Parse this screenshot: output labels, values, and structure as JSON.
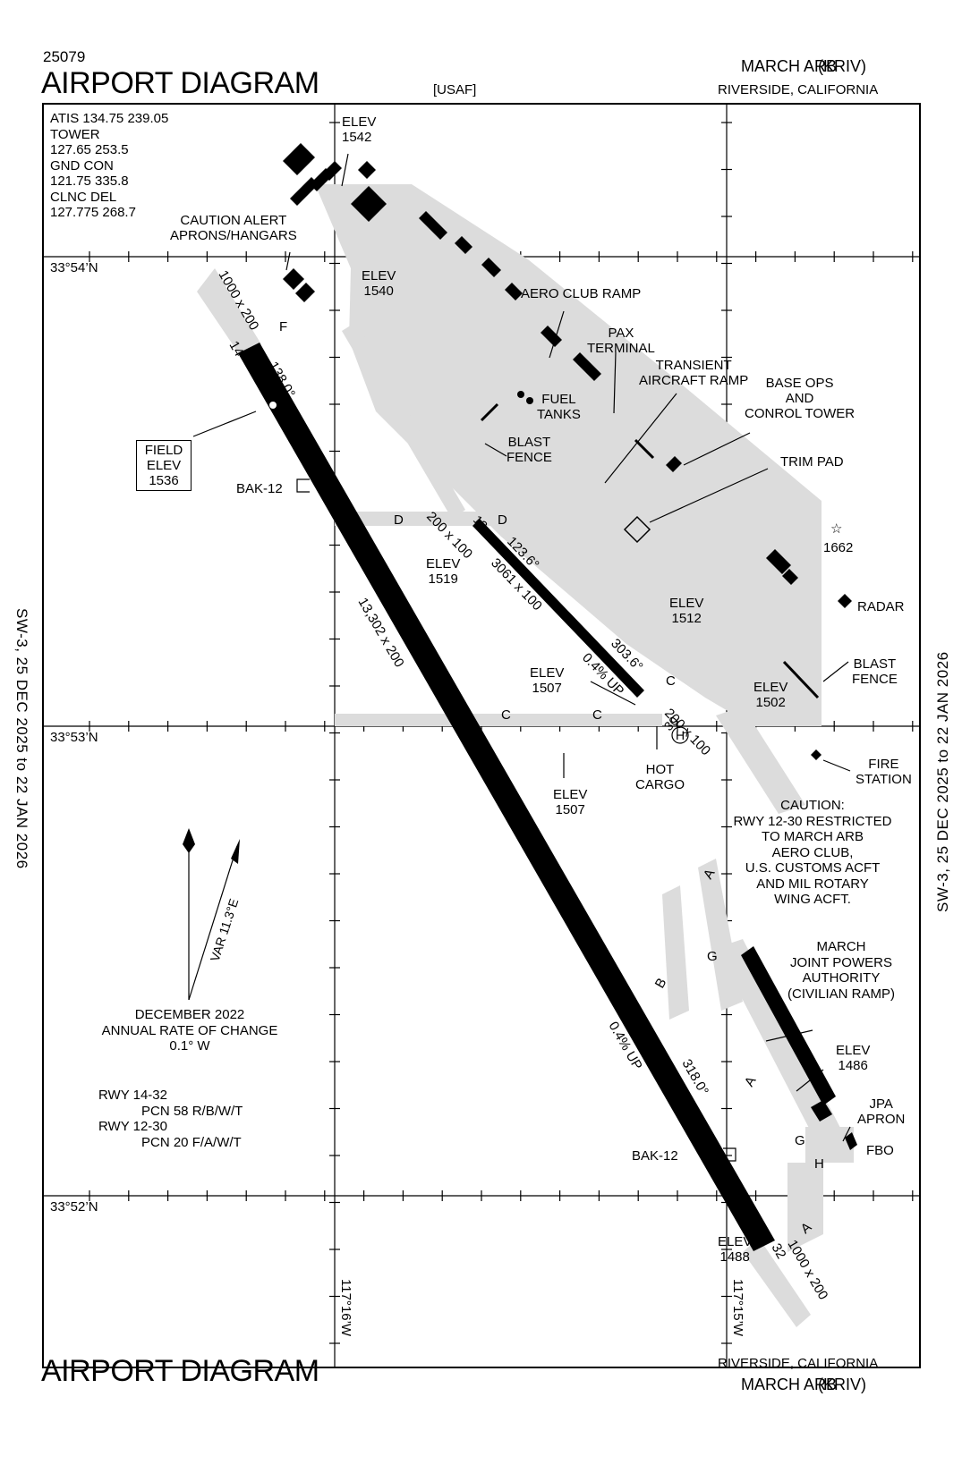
{
  "header": {
    "chart_number": "25079",
    "title": "AIRPORT DIAGRAM",
    "operator": "[USAF]",
    "airport": "MARCH ARB",
    "ident": "(KRIV)",
    "city": "RIVERSIDE, CALIFORNIA"
  },
  "footer": {
    "title": "AIRPORT DIAGRAM",
    "city": "RIVERSIDE, CALIFORNIA",
    "airport": "MARCH ARB",
    "ident": "(KRIV)"
  },
  "side_labels": {
    "left": "SW-3,  25 DEC 2025  to  22 JAN 2026",
    "right": "SW-3,  25 DEC 2025  to  22 JAN 2026"
  },
  "frequencies": [
    "ATIS  134.75  239.05",
    "TOWER",
    "127.65  253.5",
    "GND CON",
    "121.75  335.8",
    "CLNC DEL",
    "127.775  268.7"
  ],
  "coordinates": {
    "lat1": "33°54’N",
    "lat2": "33°53’N",
    "lat3": "33°52’N",
    "lon1": "117°16’W",
    "lon2": "117°15’W"
  },
  "labels": {
    "elev1542": [
      "ELEV",
      "1542"
    ],
    "caution_alert": [
      "CAUTION ALERT",
      "APRONS/HANGARS"
    ],
    "elev1540": [
      "ELEV",
      "1540"
    ],
    "aero_club_ramp": "AERO CLUB RAMP",
    "pax_terminal": [
      "PAX",
      "TERMINAL"
    ],
    "transient_ramp": [
      "TRANSIENT",
      "AIRCRAFT RAMP"
    ],
    "base_ops": [
      "BASE OPS",
      "AND",
      "CONROL TOWER"
    ],
    "fuel_tanks": [
      "FUEL",
      "TANKS"
    ],
    "blast_fence1": [
      "BLAST",
      "FENCE"
    ],
    "trim_pad": "TRIM PAD",
    "obstacle": "1662",
    "radar": "RADAR",
    "field_elev": [
      "FIELD",
      "ELEV",
      "1536"
    ],
    "bak12_top": "BAK-12",
    "bak12_bottom": "BAK-12",
    "elev1519": [
      "ELEV",
      "1519"
    ],
    "elev1512": [
      "ELEV",
      "1512"
    ],
    "blast_fence2": [
      "BLAST",
      "FENCE"
    ],
    "elev1502": [
      "ELEV",
      "1502"
    ],
    "elev1507a": [
      "ELEV",
      "1507"
    ],
    "elev1507b": [
      "ELEV",
      "1507"
    ],
    "hot_cargo": [
      "HOT",
      "CARGO"
    ],
    "fire_station": [
      "FIRE",
      "STATION"
    ],
    "caution_rwy": [
      "CAUTION:",
      "RWY 12-30 RESTRICTED",
      "TO MARCH ARB",
      "AERO CLUB,",
      "U.S. CUSTOMS ACFT",
      "AND MIL ROTARY",
      "WING ACFT."
    ],
    "march_jpa": [
      "MARCH",
      "JOINT POWERS",
      "AUTHORITY",
      "(CIVILIAN RAMP)"
    ],
    "elev1486": [
      "ELEV",
      "1486"
    ],
    "jpa_apron": [
      "JPA",
      "APRON"
    ],
    "fbo": "FBO",
    "elev1488": [
      "ELEV",
      "1488"
    ],
    "annual_change": [
      "DECEMBER 2022",
      "ANNUAL RATE OF CHANGE",
      "0.1° W"
    ],
    "var": "VAR 11.3°E",
    "pcn": [
      "RWY 14-32",
      "PCN 58 R/B/W/T",
      "RWY 12-30",
      "PCN 20 F/A/W/T"
    ]
  },
  "runways": {
    "rwy14_32": {
      "length_width": "13,302 x 200",
      "end1": "14",
      "end2": "32",
      "hdg1": "138.0°",
      "hdg2": "318.0°",
      "slope": "0.4% UP",
      "overrun1": "1000 x 200",
      "overrun2": "1000 x 200"
    },
    "rwy12_30": {
      "length_width": "3061 x 100",
      "end1": "12",
      "end2": "30",
      "hdg1": "123.6°",
      "hdg2": "303.6°",
      "slope": "0.4% UP",
      "overrun1": "200 x 100",
      "overrun2": "200 x 100"
    }
  },
  "taxiways": [
    "A",
    "A",
    "A",
    "B",
    "C",
    "C",
    "C",
    "D",
    "D",
    "F",
    "G",
    "G",
    "H"
  ],
  "helipad": "H"
}
